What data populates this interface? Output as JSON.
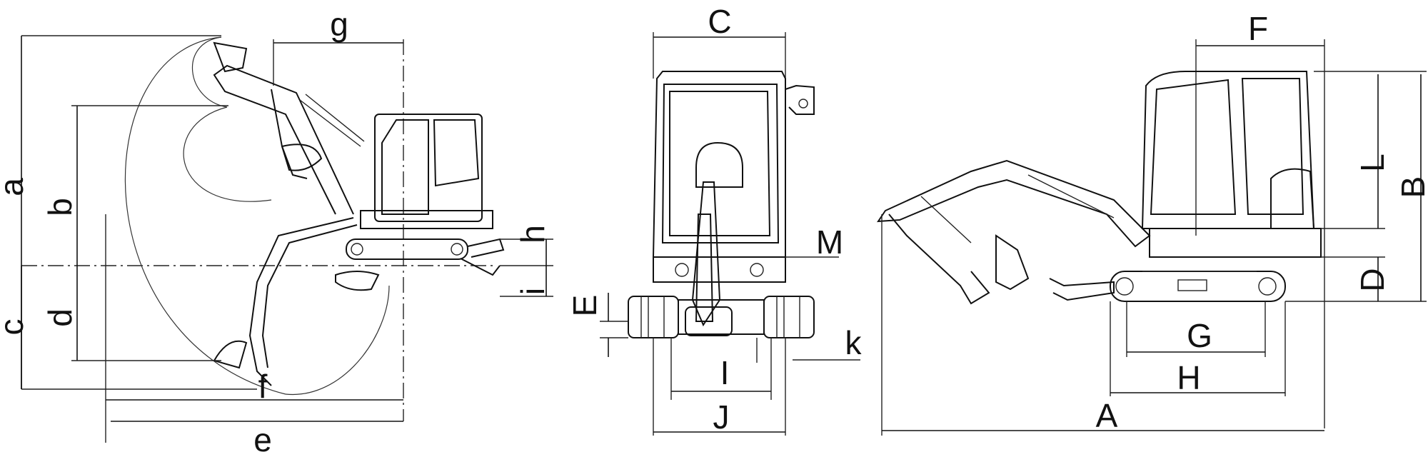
{
  "diagram": {
    "side_view_labels": {
      "A": "A",
      "B": "B",
      "D": "D",
      "F": "F",
      "G": "G",
      "H": "H",
      "L": "L"
    },
    "front_view_labels": {
      "C": "C",
      "E": "E",
      "I": "I",
      "J": "J",
      "K": "k",
      "M": "M"
    },
    "work_range_labels": {
      "a": "a",
      "b": "b",
      "c": "c",
      "d": "d",
      "f": "f",
      "e": "e",
      "g": "g",
      "h": "h",
      "i": "i"
    }
  }
}
